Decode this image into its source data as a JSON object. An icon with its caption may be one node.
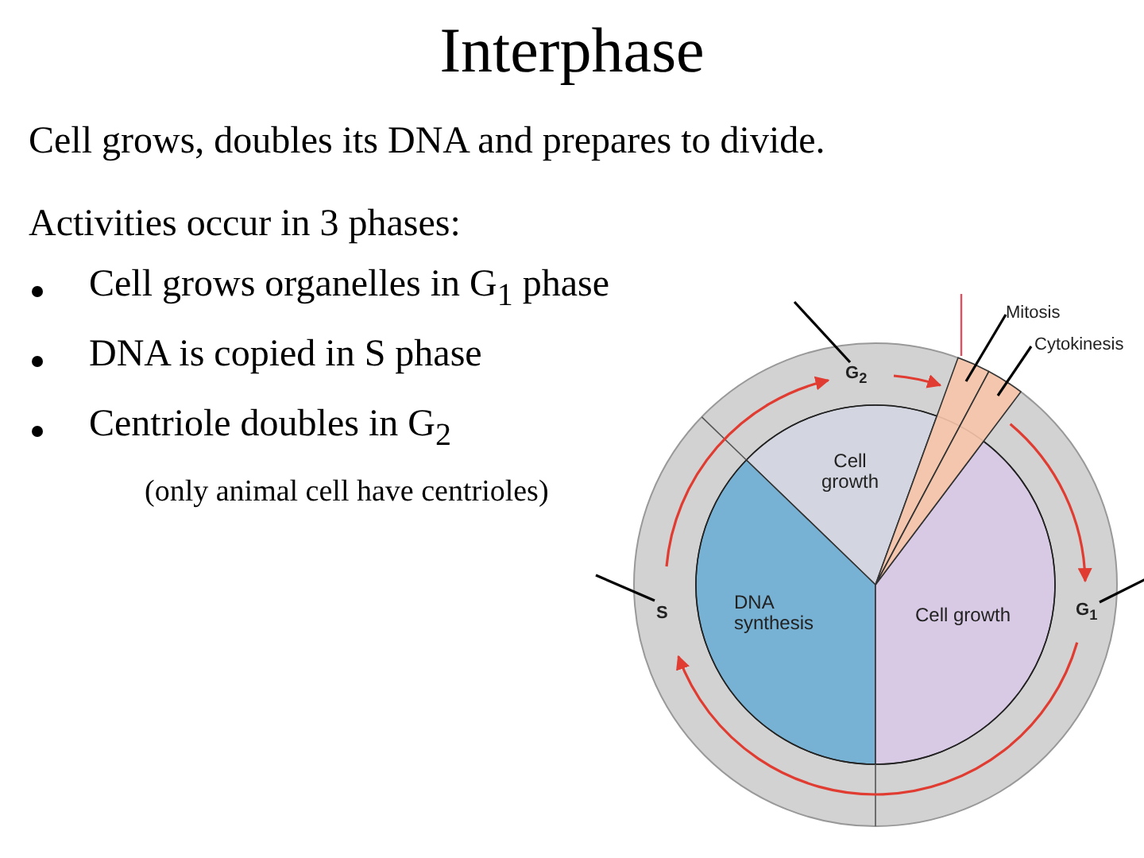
{
  "diagram": {
    "title": "Interphase",
    "nodes": [
      {
        "text": [
          "Cell growth"
        ]
      },
      {
        "text": [
          "DNA synthesis"
        ]
      },
      {
        "text": [
          "Cell growth"
        ]
      },
      {
        "text": [],
        "shape": "wedge"
      },
      {
        "text": [],
        "shape": "wedge"
      },
      {
        "text": [
          "G$_{2}$"
        ]
      },
      {
        "text": [
          "S"
        ]
      },
      {
        "text": [
          "G$_{1}$"
        ]
      },
      {
        "text": [
          "Mitosis"
        ]
      },
      {
        "text": [
          "Cytokinesis"
        ]
      }
    ],
    "edges": [
      {
        "from": 8,
        "to": 3,
        "arrow": "none"
      },
      {
        "from": 9,
        "to": 4,
        "arrow": "none"
      },
      {
        "from": null,
        "to": 5,
        "arrow": "none"
      },
      {
        "from": null,
        "to": 6,
        "arrow": "none"
      },
      {
        "from": null,
        "to": 7,
        "arrow": "none"
      },
      {
        "from": 6,
        "to": 5,
        "arrow": "to",
        "color": "#e03c31"
      },
      {
        "from": 5,
        "to": 3,
        "arrow": "to",
        "color": "#e03c31"
      },
      {
        "from": 4,
        "to": 7,
        "arrow": "to",
        "color": "#e03c31"
      },
      {
        "from": 7,
        "to": 6,
        "arrow": "to",
        "color": "#e03c31"
      }
    ],
    "labels": [
      "Cell grows, doubles its DNA and prepares to divide.",
      "Activities occur in 3 phases:",
      "Cell grows organelles in G$_{1}$ phase",
      "DNA is copied in S phase",
      "Centriole doubles in G$_{2}$",
      "(only animal cell have centrioles)"
    ]
  }
}
